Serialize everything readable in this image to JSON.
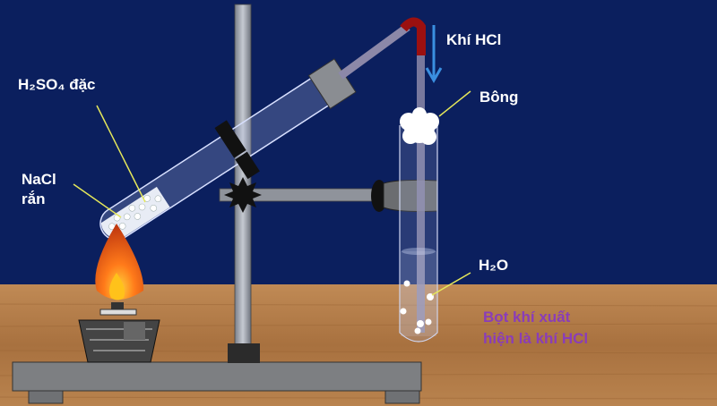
{
  "labels": {
    "acid": "H₂SO₄ đặc",
    "salt_line1": "NaCl",
    "salt_line2": "rắn",
    "gas": "Khí HCl",
    "cotton": "Bông",
    "water": "H₂O",
    "note_line1": "Bọt khí xuất",
    "note_line2": "hiện là khí HCl"
  },
  "colors": {
    "background": "#0b1f5e",
    "table": "#b47c48",
    "note_text": "#8a3db8",
    "tube_elbow": "#9b1010",
    "arrow": "#3a8fe0",
    "pointer_lines": "#e6e85a"
  }
}
